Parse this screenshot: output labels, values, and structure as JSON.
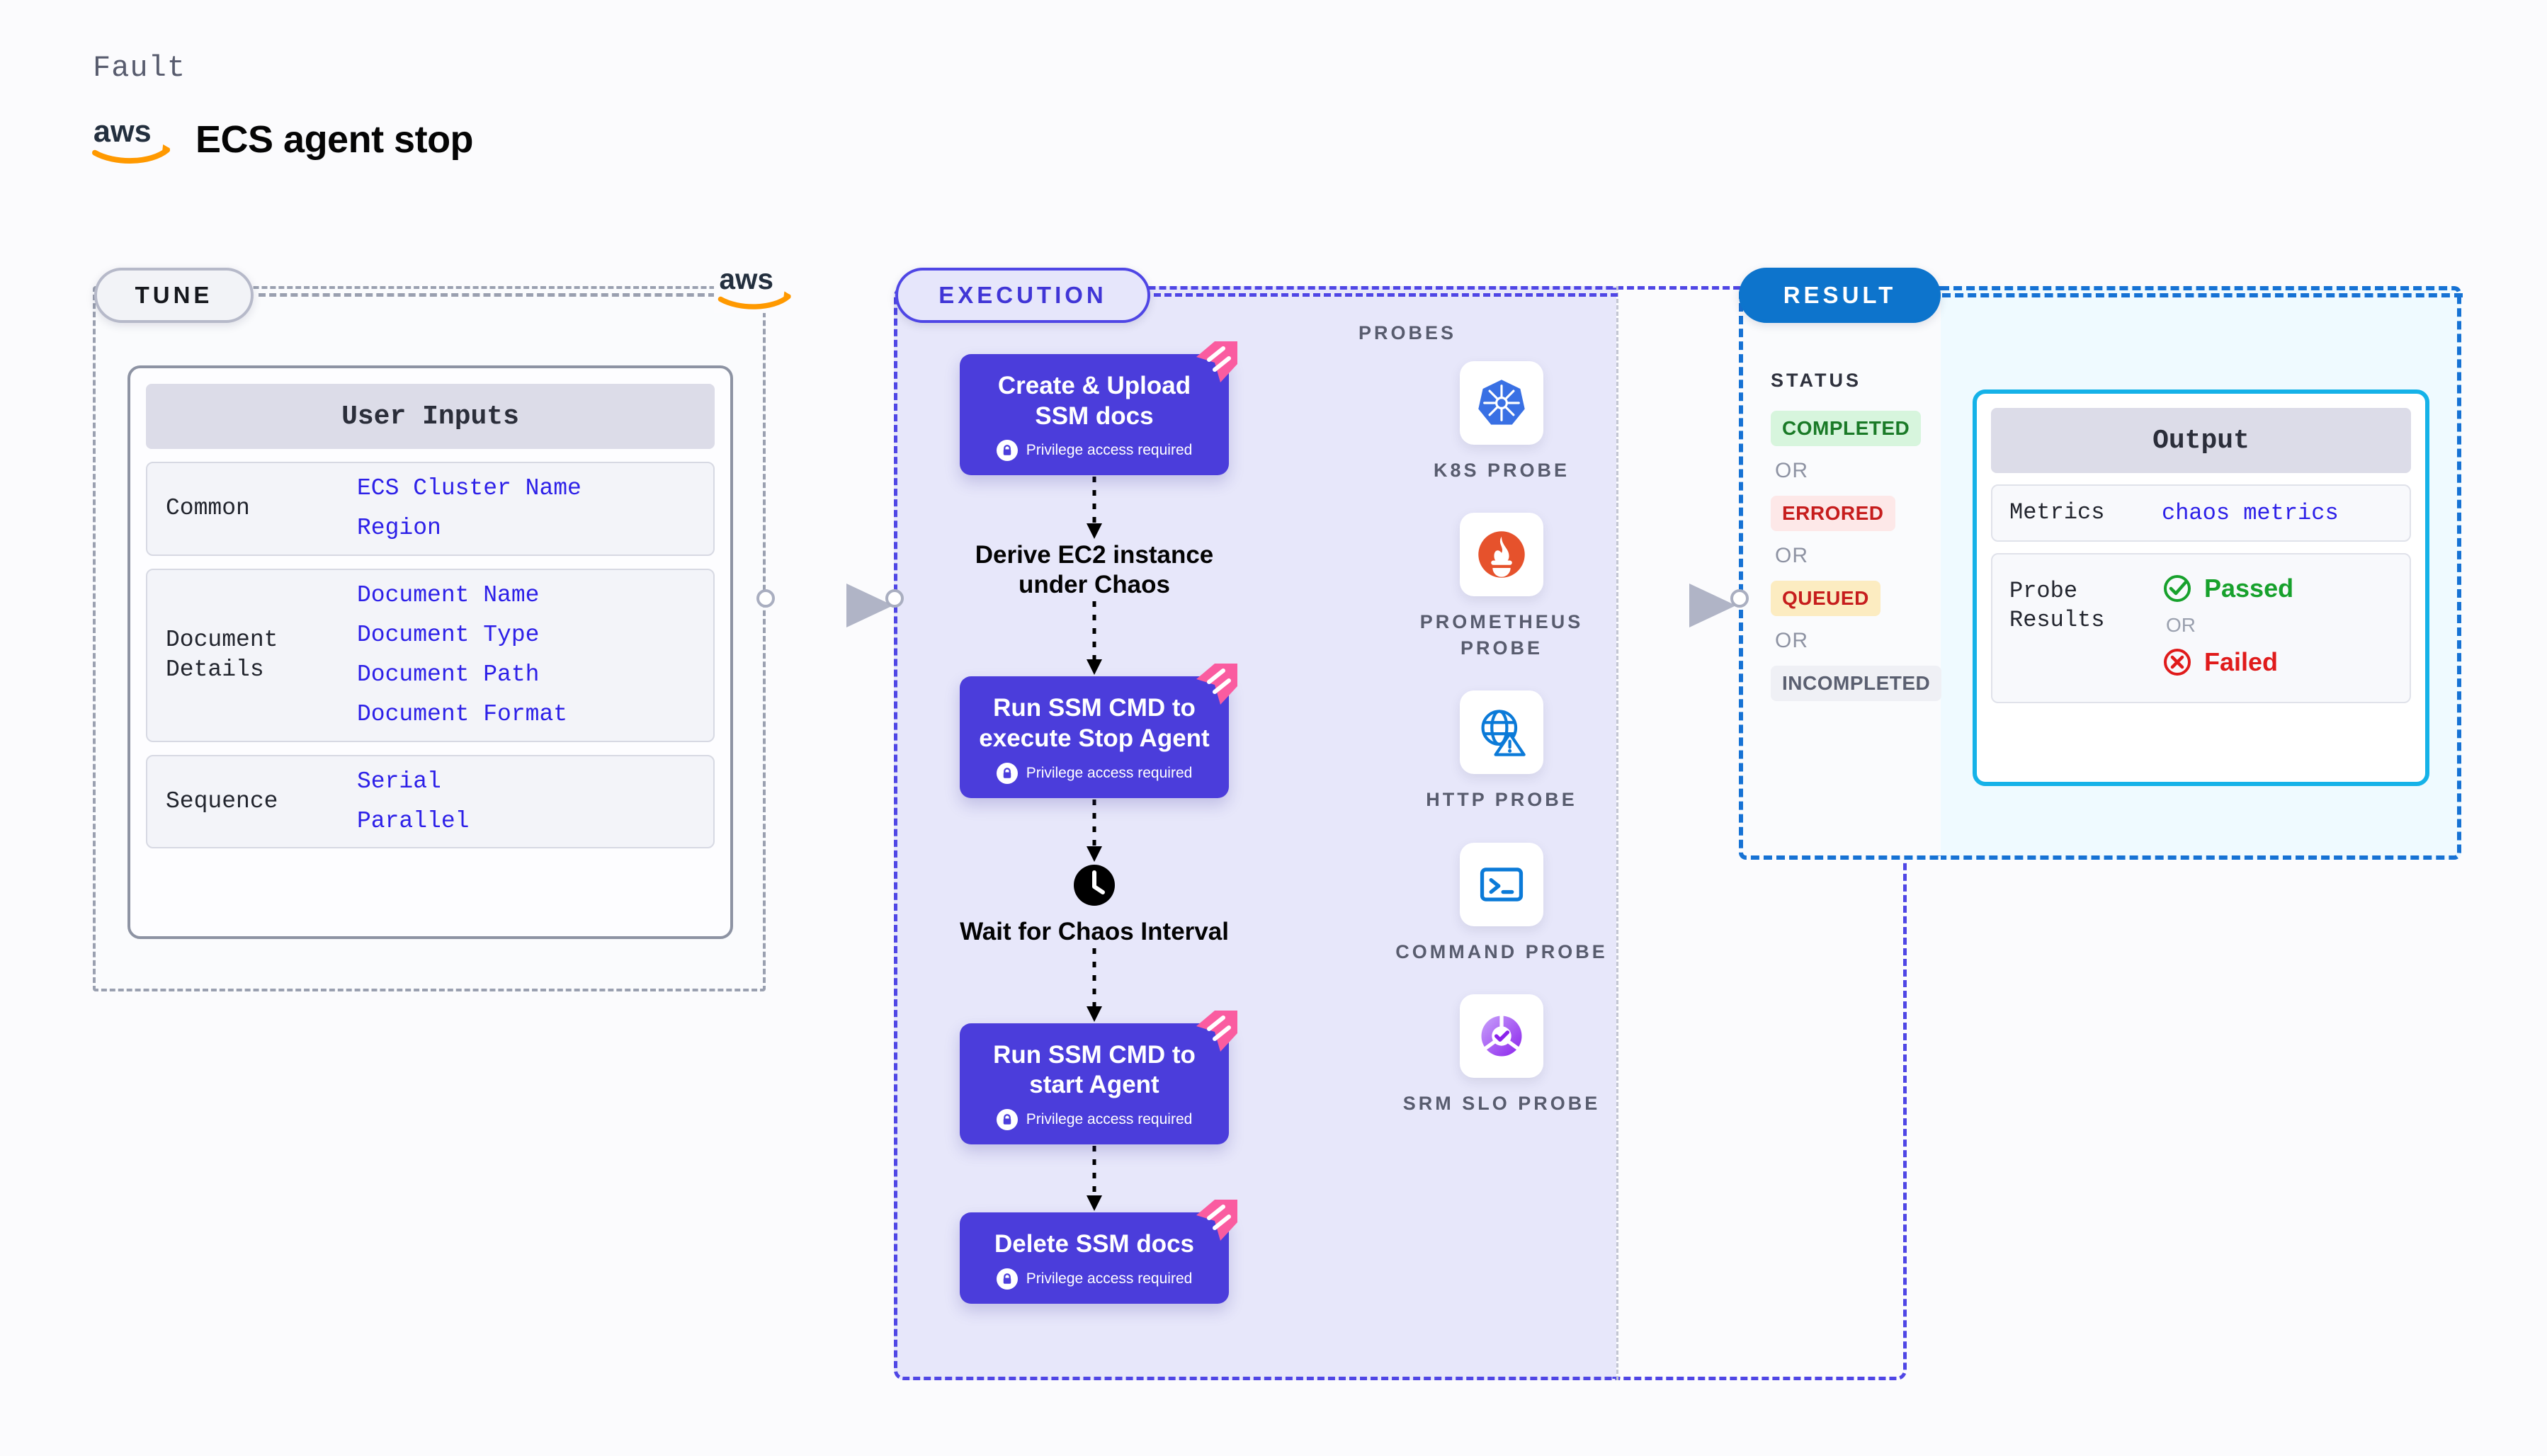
{
  "header": {
    "kind_label": "Fault",
    "provider_icon": "aws-logo",
    "title": "ECS agent stop"
  },
  "tune": {
    "pill_label": "TUNE",
    "provider_badge_icon": "aws-logo",
    "card_header": "User Inputs",
    "groups": [
      {
        "label": "Common",
        "values": [
          "ECS Cluster Name",
          "Region"
        ]
      },
      {
        "label": "Document\nDetails",
        "values": [
          "Document Name",
          "Document Type",
          "Document Path",
          "Document Format"
        ]
      },
      {
        "label": "Sequence",
        "values": [
          "Serial",
          "Parallel"
        ]
      }
    ]
  },
  "execution": {
    "pill_label": "EXECUTION",
    "steps": [
      {
        "type": "card",
        "title": "Create & Upload SSM docs",
        "note": "Privilege access required",
        "icon": "lock-icon",
        "ribbon": "chaos-ribbon-icon"
      },
      {
        "type": "plain",
        "title": "Derive EC2 instance under Chaos"
      },
      {
        "type": "card",
        "title": "Run SSM CMD to execute Stop Agent",
        "note": "Privilege access required",
        "icon": "lock-icon",
        "ribbon": "chaos-ribbon-icon"
      },
      {
        "type": "plain",
        "title": "Wait for Chaos Interval",
        "icon": "clock-icon"
      },
      {
        "type": "card",
        "title": "Run SSM CMD to start Agent",
        "note": "Privilege access required",
        "icon": "lock-icon",
        "ribbon": "chaos-ribbon-icon"
      },
      {
        "type": "card",
        "title": "Delete SSM docs",
        "note": "Privilege access required",
        "icon": "lock-icon",
        "ribbon": "chaos-ribbon-icon"
      }
    ]
  },
  "probes": {
    "section_title": "PROBES",
    "items": [
      {
        "label": "K8S PROBE",
        "icon": "kubernetes-icon"
      },
      {
        "label": "PROMETHEUS PROBE",
        "icon": "prometheus-icon"
      },
      {
        "label": "HTTP PROBE",
        "icon": "http-globe-icon"
      },
      {
        "label": "COMMAND PROBE",
        "icon": "terminal-icon"
      },
      {
        "label": "SRM SLO PROBE",
        "icon": "srm-slo-icon"
      }
    ]
  },
  "result": {
    "pill_label": "RESULT",
    "status_title": "STATUS",
    "or_label": "OR",
    "statuses": [
      {
        "label": "COMPLETED",
        "bg": "#d7f5dd",
        "fg": "#1a7a27"
      },
      {
        "label": "ERRORED",
        "bg": "#fde8e8",
        "fg": "#c61d1d"
      },
      {
        "label": "QUEUED",
        "bg": "#fcecc1",
        "fg": "#c61d1d"
      },
      {
        "label": "INCOMPLETED",
        "bg": "#eff0f5",
        "fg": "#5a5f70"
      }
    ],
    "output": {
      "card_header": "Output",
      "metrics_label": "Metrics",
      "metrics_value": "chaos metrics",
      "probe_results_label": "Probe\nResults",
      "passed_label": "Passed",
      "failed_label": "Failed",
      "or_label": "OR",
      "passed_icon": "check-circle-icon",
      "failed_icon": "x-circle-icon"
    }
  },
  "colors": {
    "step_card": "#4b3ddb",
    "execution_accent": "#4f46e5",
    "result_accent": "#1672d4",
    "output_border": "#15b2e8",
    "value_text": "#2d20e8",
    "aws_orange": "#ff9900"
  }
}
